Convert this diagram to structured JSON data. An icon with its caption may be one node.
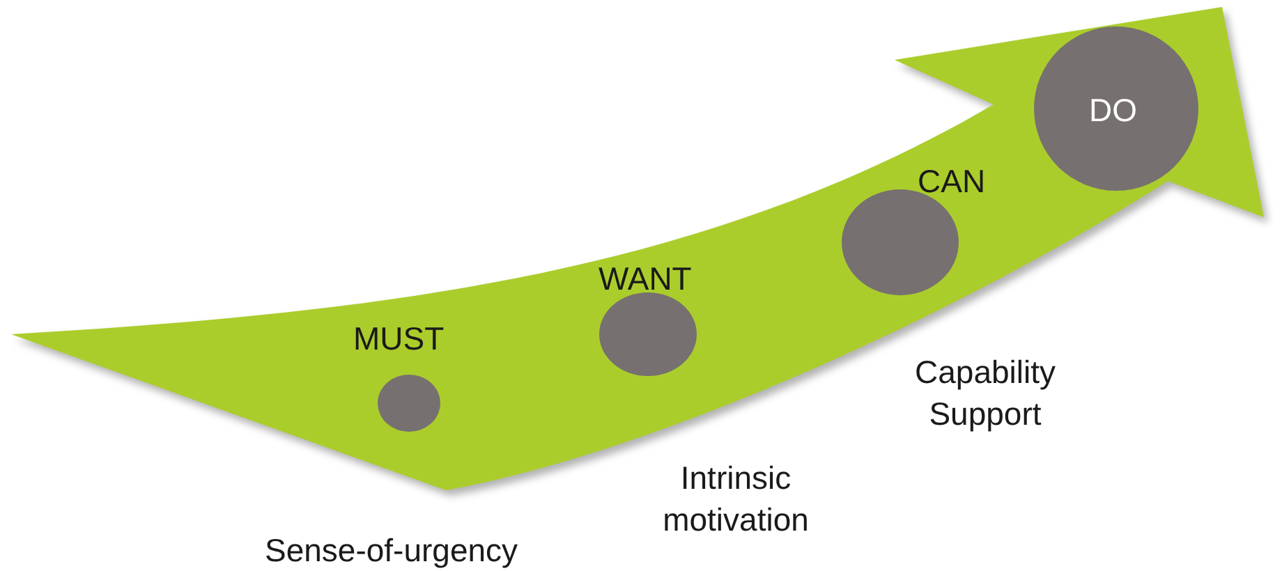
{
  "diagram": {
    "nodes": [
      {
        "text": [
          "MUST"
        ]
      },
      {
        "text": [
          "WANT"
        ]
      },
      {
        "text": [
          "CAN"
        ]
      },
      {
        "text": [
          "DO"
        ]
      }
    ],
    "labels": [
      "Sense-of-urgency",
      "Intrinsic motivation",
      "Capability Support"
    ]
  }
}
